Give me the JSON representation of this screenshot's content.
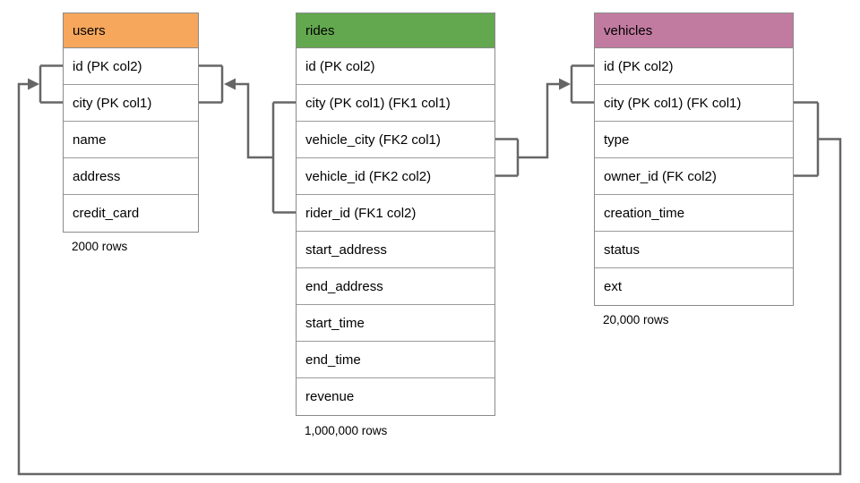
{
  "diagram": {
    "connector_color": "#666666",
    "tables": [
      {
        "name": "users",
        "header_color": "#f6a75c",
        "rows": [
          "id (PK col2)",
          "city (PK col1)",
          "name",
          "address",
          "credit_card"
        ],
        "row_count": "2000 rows"
      },
      {
        "name": "rides",
        "header_color": "#63a84f",
        "rows": [
          "id (PK col2)",
          "city (PK col1) (FK1 col1)",
          "vehicle_city (FK2 col1)",
          "vehicle_id (FK2 col2)",
          "rider_id (FK1 col2)",
          "start_address",
          "end_address",
          "start_time",
          "end_time",
          "revenue"
        ],
        "row_count": "1,000,000 rows"
      },
      {
        "name": "vehicles",
        "header_color": "#c27ba0",
        "rows": [
          "id (PK col2)",
          "city (PK col1) (FK col1)",
          "type",
          "owner_id (FK col2)",
          "creation_time",
          "status",
          "ext"
        ],
        "row_count": "20,000 rows"
      }
    ]
  }
}
